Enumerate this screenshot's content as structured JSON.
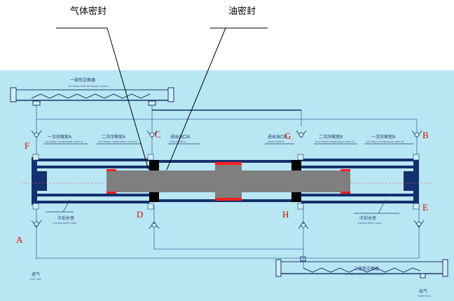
{
  "callouts": {
    "gas_seal": "气体密封",
    "oil_seal": "油密封"
  },
  "labels": {
    "hx1": "一级热交换器",
    "hx1_en": "1st Stage heat exchange system",
    "c1a": "一次压缩室A",
    "c1a_en": "1st Stage Compression room A",
    "c2a": "二次压缩室A",
    "c2a_en": "2nd Stage Compression room A",
    "oila": "进出油口A",
    "oila_en": "Inlet/Outlet A",
    "oilb": "进出油口B",
    "oilb_en": "Inlet/Outlet B",
    "c2b": "二次压缩室B",
    "c2b_en": "2nd Stage Compression room B",
    "c1b": "一次压缩室B",
    "c1b_en": "1st Stage Compression room B",
    "cwl": "冷却水室",
    "cwl_en": "Cooling water room",
    "cwr": "冷却水室",
    "cwr_en": "Cooling water room",
    "inlet": "进气",
    "inlet_en": "Inlet Gas",
    "hx2": "二级热交换器",
    "hx2_en": "2nd Stage heat exchange system",
    "outlet": "出气",
    "outlet_en": "Outlet Gas"
  },
  "points": {
    "A": "A",
    "B": "B",
    "C": "C",
    "D": "D",
    "E": "E",
    "F": "F",
    "G": "G",
    "H": "H"
  },
  "colors": {
    "background": "#b9e6f3",
    "wall": "#14306e",
    "piston": "#7f7f7f",
    "seal": "#ff2020",
    "marker": "#e00000"
  }
}
